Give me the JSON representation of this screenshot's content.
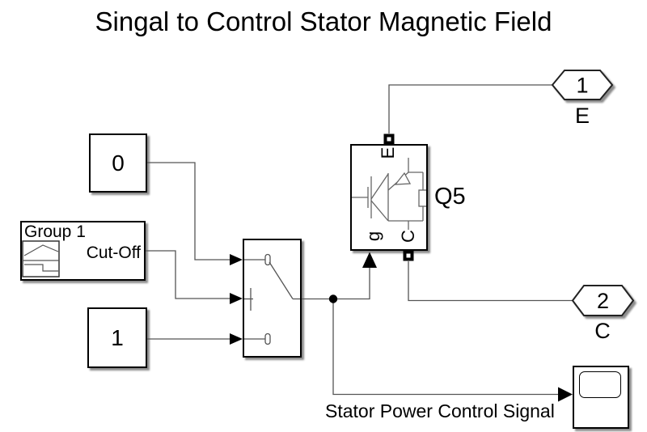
{
  "title": "Singal to Control Stator Magnetic Field",
  "blocks": {
    "constant_zero": {
      "value": "0"
    },
    "signal_builder": {
      "title": "Group 1",
      "output_label": "Cut-Off",
      "icon": "signal-waveform-icon"
    },
    "constant_one": {
      "value": "1"
    },
    "switch": {
      "icon": "switch-icon"
    },
    "igbt": {
      "name": "Q5",
      "icon": "igbt-symbol-icon",
      "terminals": {
        "emitter": "E",
        "gate": "g",
        "collector": "C"
      }
    },
    "scope": {
      "icon": "scope-display-icon"
    }
  },
  "outports": {
    "e": {
      "number": "1",
      "label": "E"
    },
    "c": {
      "number": "2",
      "label": "C"
    }
  },
  "signal_label": "Stator Power Control Signal",
  "colors": {
    "background": "#ffffff",
    "block_border": "#000000",
    "wire": "#555555",
    "symbol": "#666666",
    "arrow": "#000000"
  }
}
